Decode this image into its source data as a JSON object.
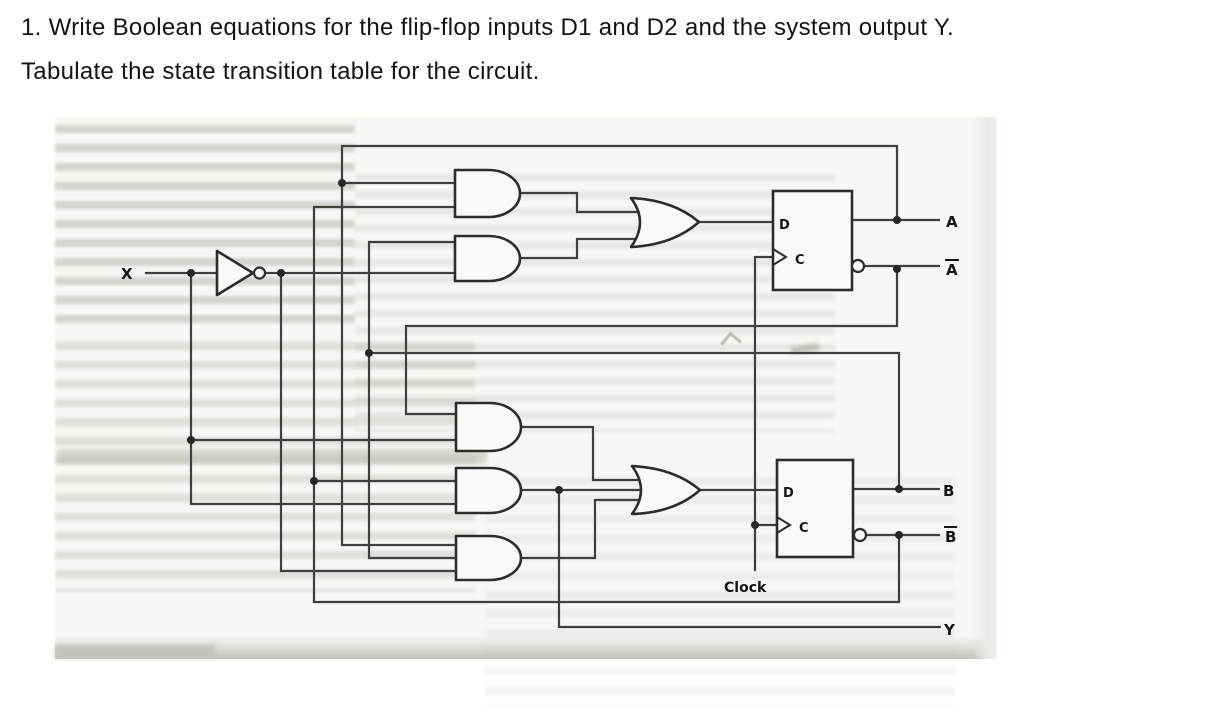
{
  "header": {
    "line1": "1. Write Boolean equations for the flip-flop inputs D1 and D2 and the system output Y.",
    "line2": "Tabulate the state transition table for the circuit."
  },
  "circuit": {
    "input_label": "X",
    "clock_label": "Clock",
    "output_label": "Y",
    "flip_flop_1": {
      "d_label": "D",
      "c_label": "C",
      "q_label": "A",
      "qbar_label": "A"
    },
    "flip_flop_2": {
      "d_label": "D",
      "c_label": "C",
      "q_label": "B",
      "qbar_label": "B"
    }
  },
  "colors": {
    "page_bg": "#ffffff",
    "scan_bg": "#f7f7f4",
    "wire": "#3f3f3f",
    "gate_outline": "#2c2c2c",
    "text": "#141414"
  }
}
